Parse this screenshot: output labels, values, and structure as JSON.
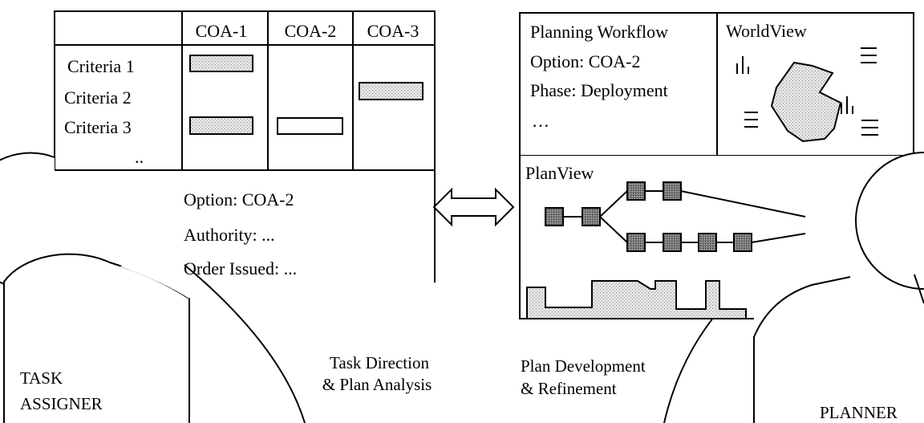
{
  "left_panel": {
    "columns": [
      "COA-1",
      "COA-2",
      "COA-3"
    ],
    "criteria": [
      "Criteria 1",
      "Criteria 2",
      "Criteria 3"
    ],
    "ellipsis": "..",
    "details": [
      "Option: COA-2",
      "Authority: ...",
      "Order Issued: ..."
    ]
  },
  "right_panel": {
    "workflow": [
      "Planning Workflow",
      "Option: COA-2",
      "Phase: Deployment",
      "…"
    ],
    "worldview_title": "WorldView",
    "planview_title": "PlanView"
  },
  "captions": {
    "task_assigner": [
      "TASK",
      "ASSIGNER"
    ],
    "task_direction": [
      "Task Direction",
      "& Plan Analysis"
    ],
    "plan_development": [
      "Plan Development",
      "& Refinement"
    ],
    "planner": "PLANNER"
  }
}
